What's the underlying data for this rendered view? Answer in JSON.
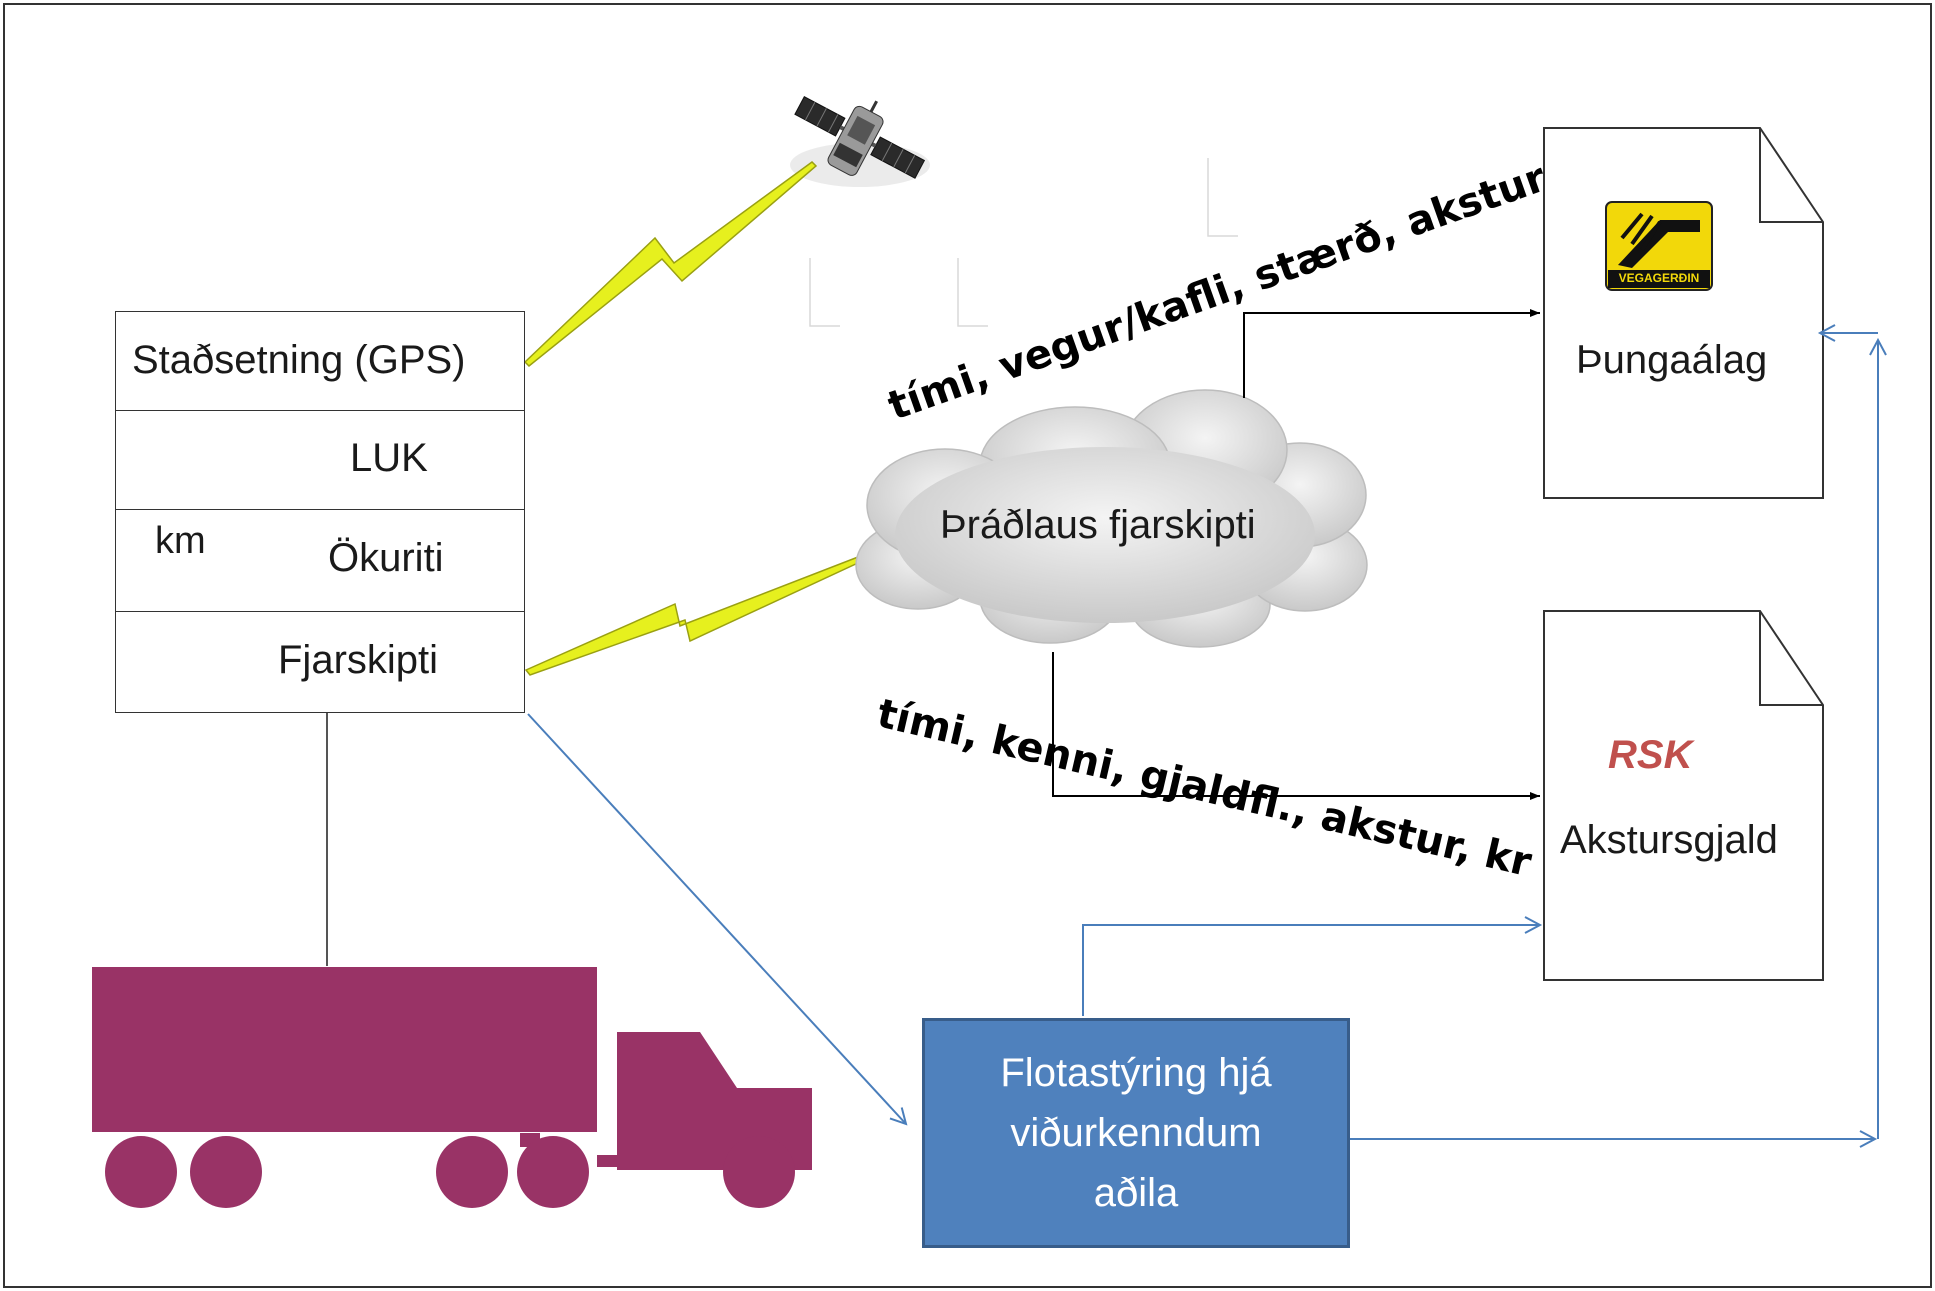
{
  "device": {
    "gps": "Staðsetning (GPS)",
    "luk": "LUK",
    "km": "km",
    "odometer": "Ökuriti",
    "comms": "Fjarskipti"
  },
  "cloud_label": "Þráðlaus fjarskipti",
  "edge_top": "tími, vegur/kafli, stærð, akstur",
  "edge_bottom": "tími, kenni, gjaldfl., akstur, kr",
  "doc_top": {
    "logo": "VEGAGERÐIN",
    "title": "Þungaálag"
  },
  "doc_bottom": {
    "agency": "RSK",
    "title": "Akstursgjald"
  },
  "fleet": {
    "line1": "Flotastýring hjá",
    "line2": "viðurkenndum",
    "line3": "aðila"
  },
  "colors": {
    "truck": "#993366",
    "fleet_box": "#4f81bd",
    "blue_connector": "#4a7ebb",
    "lightning": "#e6f01e",
    "rsk": "#c0504d",
    "logo_bg": "#f2d80a"
  }
}
